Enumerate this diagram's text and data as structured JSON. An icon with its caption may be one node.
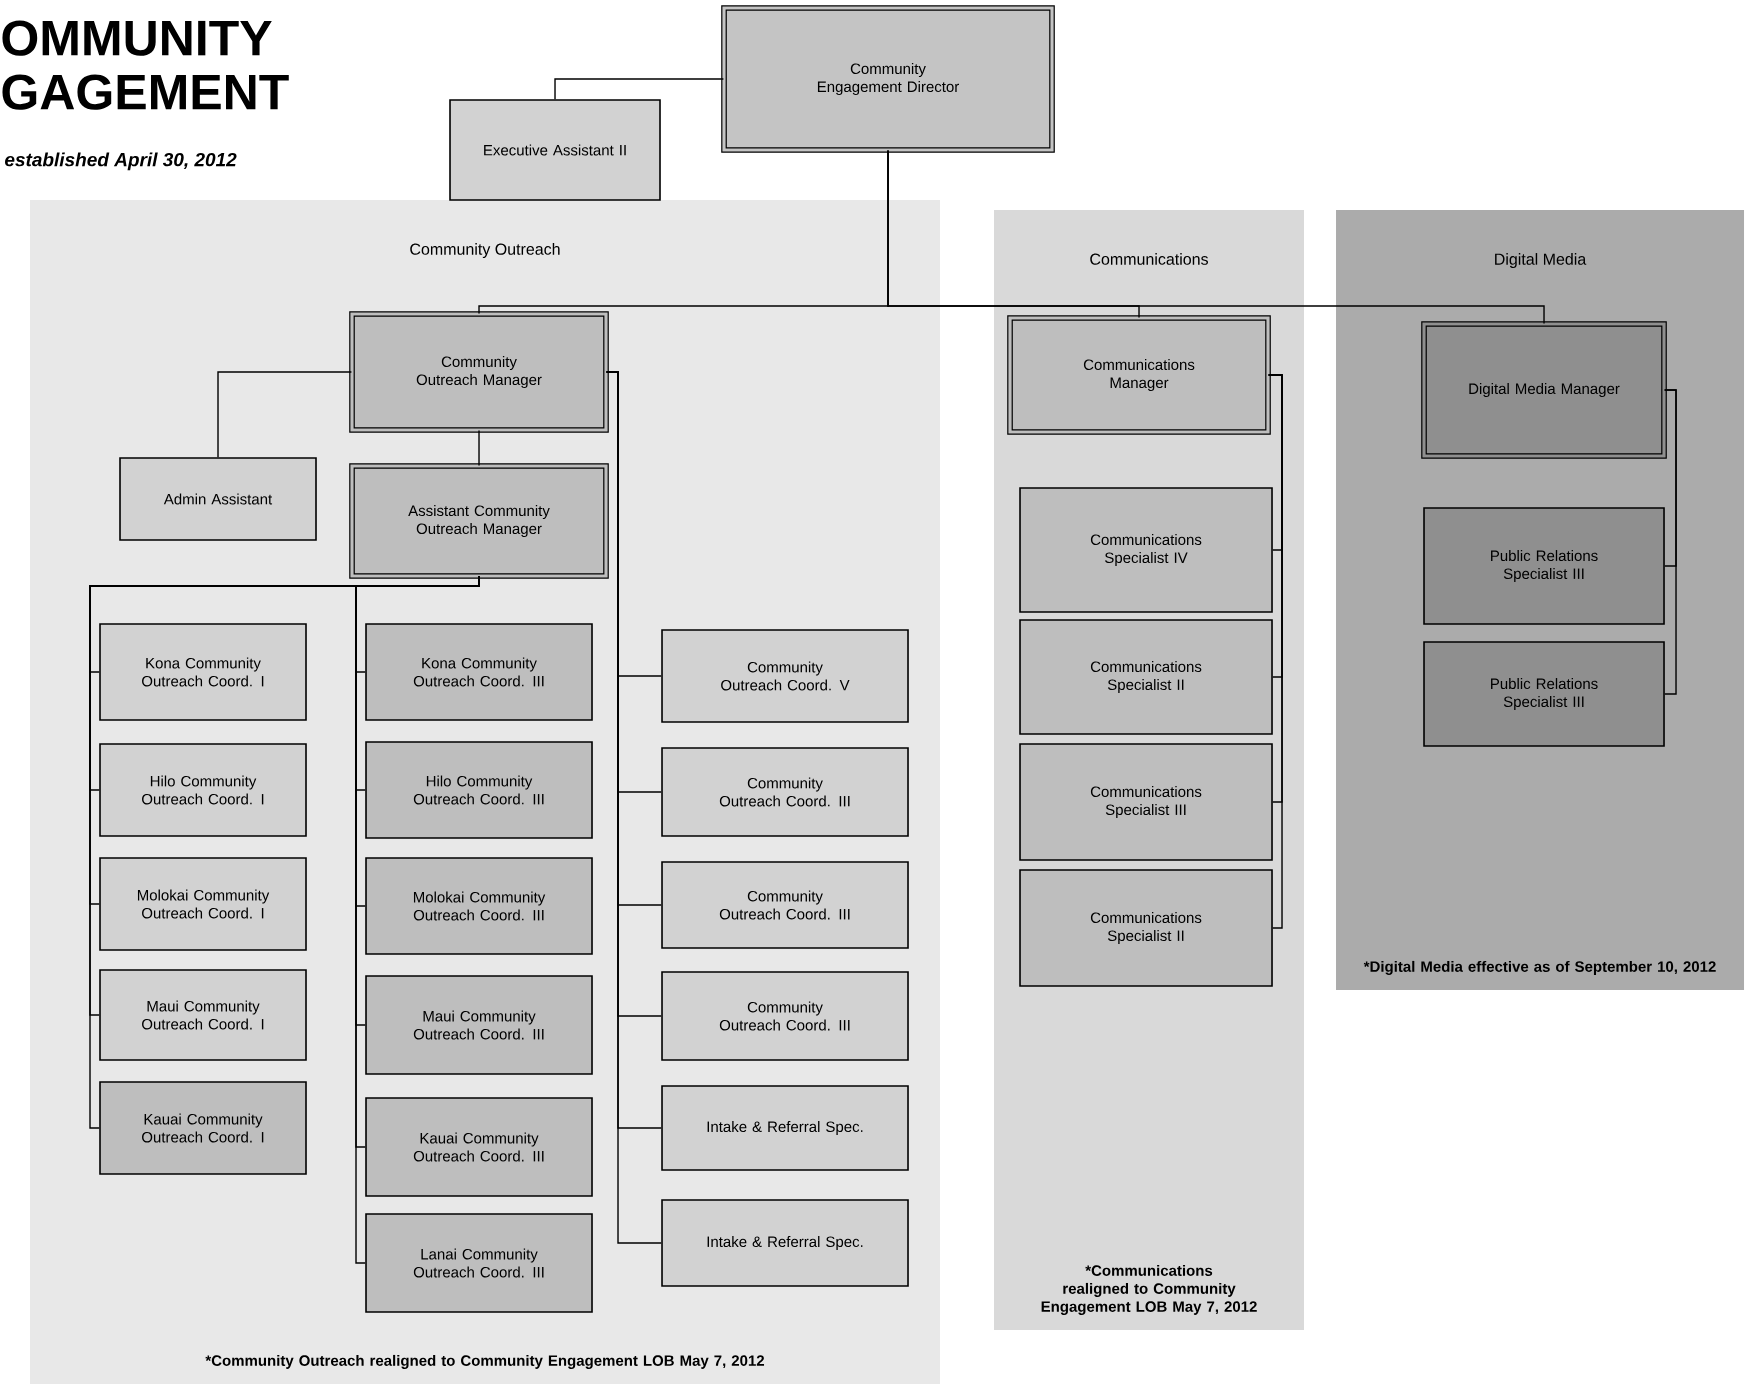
{
  "diagram": {
    "title": "OMMUNITY GAGEMENT",
    "caption": "established April 30, 2012",
    "nodes": [
      {
        "text": [
          "Community Engagement Director"
        ]
      },
      {
        "text": [
          "Executive Assistant II"
        ]
      },
      {
        "text": [
          "Community Outreach",
          "*Community Outreach realigned to Community Engagement LOB May 7, 2012"
        ]
      },
      {
        "text": [
          "Communications",
          "*Communications realigned to Community Engagement LOB May 7, 2012"
        ]
      },
      {
        "text": [
          "Digital Media",
          "*Digital Media effective as of September 10, 2012"
        ]
      },
      {
        "text": [
          "Community Outreach Manager"
        ],
        "in": 2
      },
      {
        "text": [
          "Admin Assistant"
        ],
        "in": 2
      },
      {
        "text": [
          "Assistant Community Outreach Manager"
        ],
        "in": 2
      },
      {
        "text": [
          "Kona Community Outreach Coord. I"
        ],
        "in": 2
      },
      {
        "text": [
          "Hilo Community Outreach Coord. I"
        ],
        "in": 2
      },
      {
        "text": [
          "Molokai Community Outreach Coord. I"
        ],
        "in": 2
      },
      {
        "text": [
          "Maui Community Outreach Coord. I"
        ],
        "in": 2
      },
      {
        "text": [
          "Kauai Community Outreach Coord. I"
        ],
        "in": 2
      },
      {
        "text": [
          "Kona Community Outreach Coord. III"
        ],
        "in": 2
      },
      {
        "text": [
          "Hilo Community Outreach Coord. III"
        ],
        "in": 2
      },
      {
        "text": [
          "Molokai Community Outreach Coord. III"
        ],
        "in": 2
      },
      {
        "text": [
          "Maui Community Outreach Coord. III"
        ],
        "in": 2
      },
      {
        "text": [
          "Kauai Community Outreach Coord. III"
        ],
        "in": 2
      },
      {
        "text": [
          "Lanai Community Outreach Coord. III"
        ],
        "in": 2
      },
      {
        "text": [
          "Community Outreach Coord. V"
        ],
        "in": 2
      },
      {
        "text": [
          "Community Outreach Coord. III"
        ],
        "in": 2
      },
      {
        "text": [
          "Community Outreach Coord. III"
        ],
        "in": 2
      },
      {
        "text": [
          "Community Outreach Coord. III"
        ],
        "in": 2
      },
      {
        "text": [
          "Intake & Referral Spec."
        ],
        "in": 2
      },
      {
        "text": [
          "Intake & Referral Spec."
        ],
        "in": 2
      },
      {
        "text": [
          "Communications Manager"
        ],
        "in": 3
      },
      {
        "text": [
          "Communications Specialist IV"
        ],
        "in": 3
      },
      {
        "text": [
          "Communications Specialist II"
        ],
        "in": 3
      },
      {
        "text": [
          "Communications Specialist III"
        ],
        "in": 3
      },
      {
        "text": [
          "Communications Specialist II"
        ],
        "in": 3
      },
      {
        "text": [
          "Digital Media Manager"
        ],
        "in": 4
      },
      {
        "text": [
          "Public Relations Specialist III"
        ],
        "in": 4
      },
      {
        "text": [
          "Public Relations Specialist III"
        ],
        "in": 4
      }
    ],
    "edges": [
      {
        "from": 0,
        "to": 1,
        "arrow": "none"
      },
      {
        "from": 0,
        "to": 5,
        "arrow": "none"
      },
      {
        "from": 0,
        "to": 25,
        "arrow": "none"
      },
      {
        "from": 0,
        "to": 30,
        "arrow": "none"
      },
      {
        "from": 5,
        "to": 6,
        "arrow": "none"
      },
      {
        "from": 5,
        "to": 7,
        "arrow": "none"
      },
      {
        "from": 7,
        "to": 8,
        "arrow": "none"
      },
      {
        "from": 7,
        "to": 9,
        "arrow": "none"
      },
      {
        "from": 7,
        "to": 10,
        "arrow": "none"
      },
      {
        "from": 7,
        "to": 11,
        "arrow": "none"
      },
      {
        "from": 7,
        "to": 12,
        "arrow": "none"
      },
      {
        "from": 7,
        "to": 13,
        "arrow": "none"
      },
      {
        "from": 7,
        "to": 14,
        "arrow": "none"
      },
      {
        "from": 7,
        "to": 15,
        "arrow": "none"
      },
      {
        "from": 7,
        "to": 16,
        "arrow": "none"
      },
      {
        "from": 7,
        "to": 17,
        "arrow": "none"
      },
      {
        "from": 7,
        "to": 18,
        "arrow": "none"
      },
      {
        "from": 5,
        "to": 19,
        "arrow": "none"
      },
      {
        "from": 5,
        "to": 20,
        "arrow": "none"
      },
      {
        "from": 5,
        "to": 21,
        "arrow": "none"
      },
      {
        "from": 5,
        "to": 22,
        "arrow": "none"
      },
      {
        "from": 5,
        "to": 23,
        "arrow": "none"
      },
      {
        "from": 5,
        "to": 24,
        "arrow": "none"
      },
      {
        "from": 25,
        "to": 26,
        "arrow": "none"
      },
      {
        "from": 25,
        "to": 27,
        "arrow": "none"
      },
      {
        "from": 25,
        "to": 28,
        "arrow": "none"
      },
      {
        "from": 25,
        "to": 29,
        "arrow": "none"
      },
      {
        "from": 30,
        "to": 31,
        "arrow": "none"
      },
      {
        "from": 30,
        "to": 32,
        "arrow": "none"
      }
    ]
  }
}
